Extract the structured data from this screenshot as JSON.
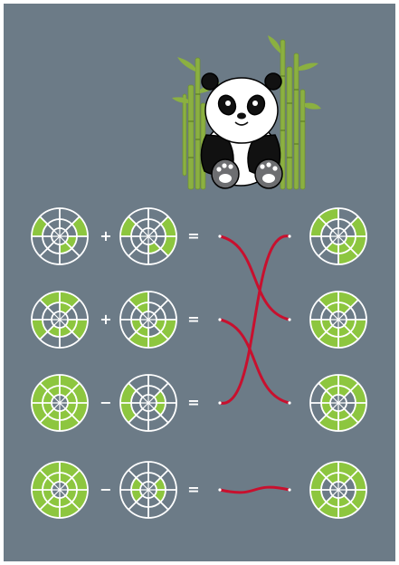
{
  "puzzle": {
    "rows": [
      {
        "operator": "+",
        "equals": "=",
        "left": [
          1,
          6,
          10,
          11
        ],
        "right": [
          1,
          2,
          6,
          11
        ],
        "answer": [
          1,
          2,
          3,
          6,
          7,
          10,
          11,
          12
        ]
      },
      {
        "operator": "+",
        "equals": "=",
        "left": [
          0,
          2,
          5,
          7,
          8,
          10,
          11,
          12
        ],
        "right": [
          2,
          3,
          4,
          7,
          10,
          12,
          13,
          15
        ],
        "answer": [
          0,
          2,
          3,
          4,
          5,
          7,
          8,
          10,
          11,
          12,
          13,
          15
        ]
      },
      {
        "operator": "−",
        "equals": "=",
        "left": [
          0,
          1,
          2,
          3,
          4,
          5,
          6,
          7,
          8,
          9,
          10,
          11,
          12,
          13,
          14,
          15
        ],
        "right": [
          5,
          6,
          9,
          10
        ],
        "answer": [
          0,
          1,
          2,
          3,
          4,
          7,
          8,
          11,
          12,
          13,
          14,
          15
        ]
      },
      {
        "operator": "−",
        "equals": "=",
        "left": [
          0,
          1,
          2,
          3,
          4,
          5,
          6,
          7,
          8,
          9,
          10,
          11,
          12,
          13,
          14,
          15
        ],
        "right": [
          9,
          10,
          13,
          14
        ],
        "answer": [
          0,
          1,
          2,
          3,
          4,
          5,
          6,
          7,
          8,
          11,
          12,
          15
        ]
      }
    ]
  },
  "connections": [
    [
      0,
      1
    ],
    [
      1,
      2
    ],
    [
      2,
      0
    ],
    [
      3,
      3
    ]
  ],
  "colors": {
    "background": "#6c7b87",
    "fill": "#8dc63f",
    "line": "#ffffff",
    "rope": "#c8102e"
  },
  "icons": {
    "mascot": "panda-icon",
    "bamboo": "bamboo-icon"
  }
}
